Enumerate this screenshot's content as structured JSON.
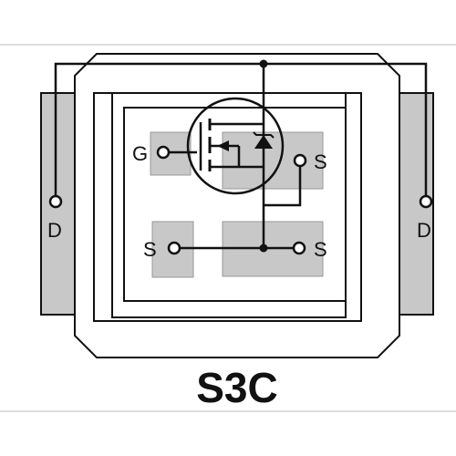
{
  "package": {
    "name": "S3C"
  },
  "pins": {
    "drain_left": "D",
    "drain_right": "D",
    "gate": "G",
    "source_upper_right": "S",
    "source_lower_left": "S",
    "source_lower_right": "S"
  },
  "colors": {
    "outline": "#111111",
    "pad_fill": "#c8c8c8",
    "background": "#ffffff"
  }
}
